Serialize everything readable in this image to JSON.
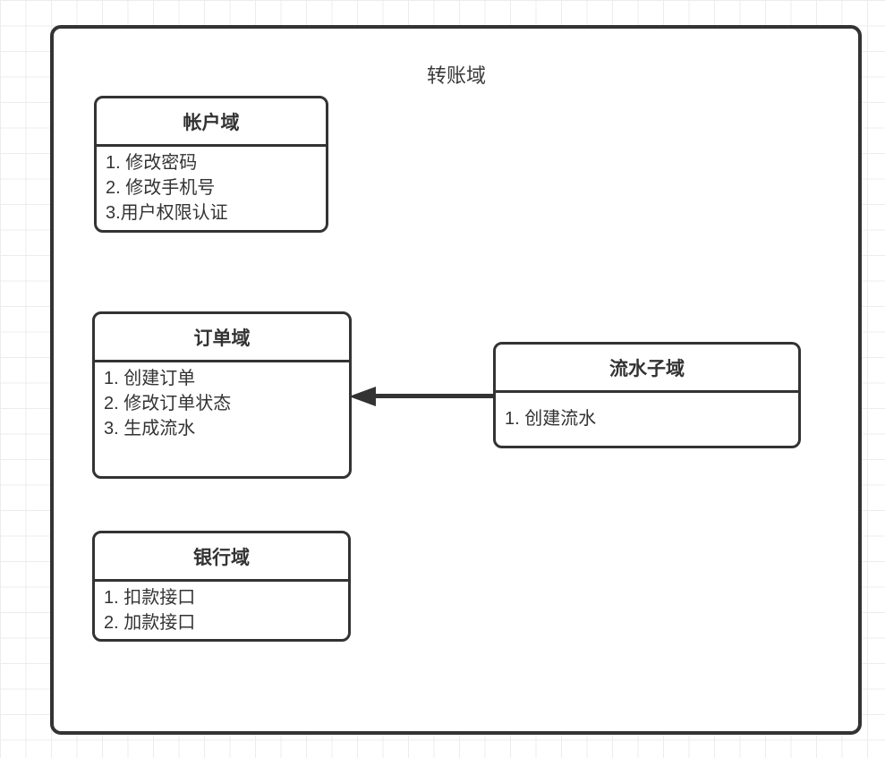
{
  "diagram": {
    "title": "转账域",
    "boxes": [
      {
        "id": "account",
        "title": "帐户域",
        "items": [
          "1. 修改密码",
          "2. 修改手机号",
          "3.用户权限认证"
        ]
      },
      {
        "id": "order",
        "title": "订单域",
        "items": [
          "1. 创建订单",
          "2. 修改订单状态",
          "3. 生成流水"
        ]
      },
      {
        "id": "flow",
        "title": "流水子域",
        "items": [
          "1. 创建流水"
        ]
      },
      {
        "id": "bank",
        "title": "银行域",
        "items": [
          "1. 扣款接口",
          "2. 加款接口"
        ]
      }
    ],
    "arrow": {
      "from": "流水子域",
      "to": "订单域",
      "direction": "left"
    },
    "colors": {
      "stroke": "#333333",
      "text": "#333333",
      "grid_line": "#ececec",
      "background": "#ffffff"
    }
  }
}
